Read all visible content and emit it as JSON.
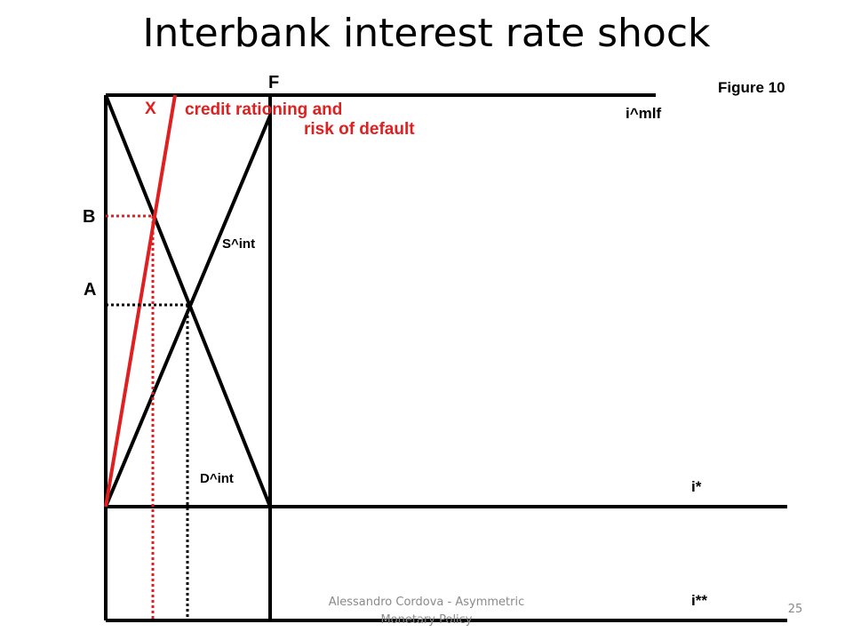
{
  "slide": {
    "title": "Interbank interest rate shock",
    "footer": "Alessandro Cordova - Asymmetric Monetary Policy",
    "page_number": "25"
  },
  "diagram": {
    "figure_label": "Figure 10",
    "labels": {
      "F": "F",
      "X": "X",
      "B": "B",
      "A": "A",
      "credit_line1": "credit rationing and",
      "credit_line2": "risk of default",
      "i_mlf": "i^mlf",
      "s_int": "S^int",
      "d_int": "D^int",
      "i_star": "i*",
      "i_double_star": "i**"
    },
    "colors": {
      "line": "#000000",
      "highlight": "#e02020",
      "footer_text": "#8a8a8a"
    }
  }
}
